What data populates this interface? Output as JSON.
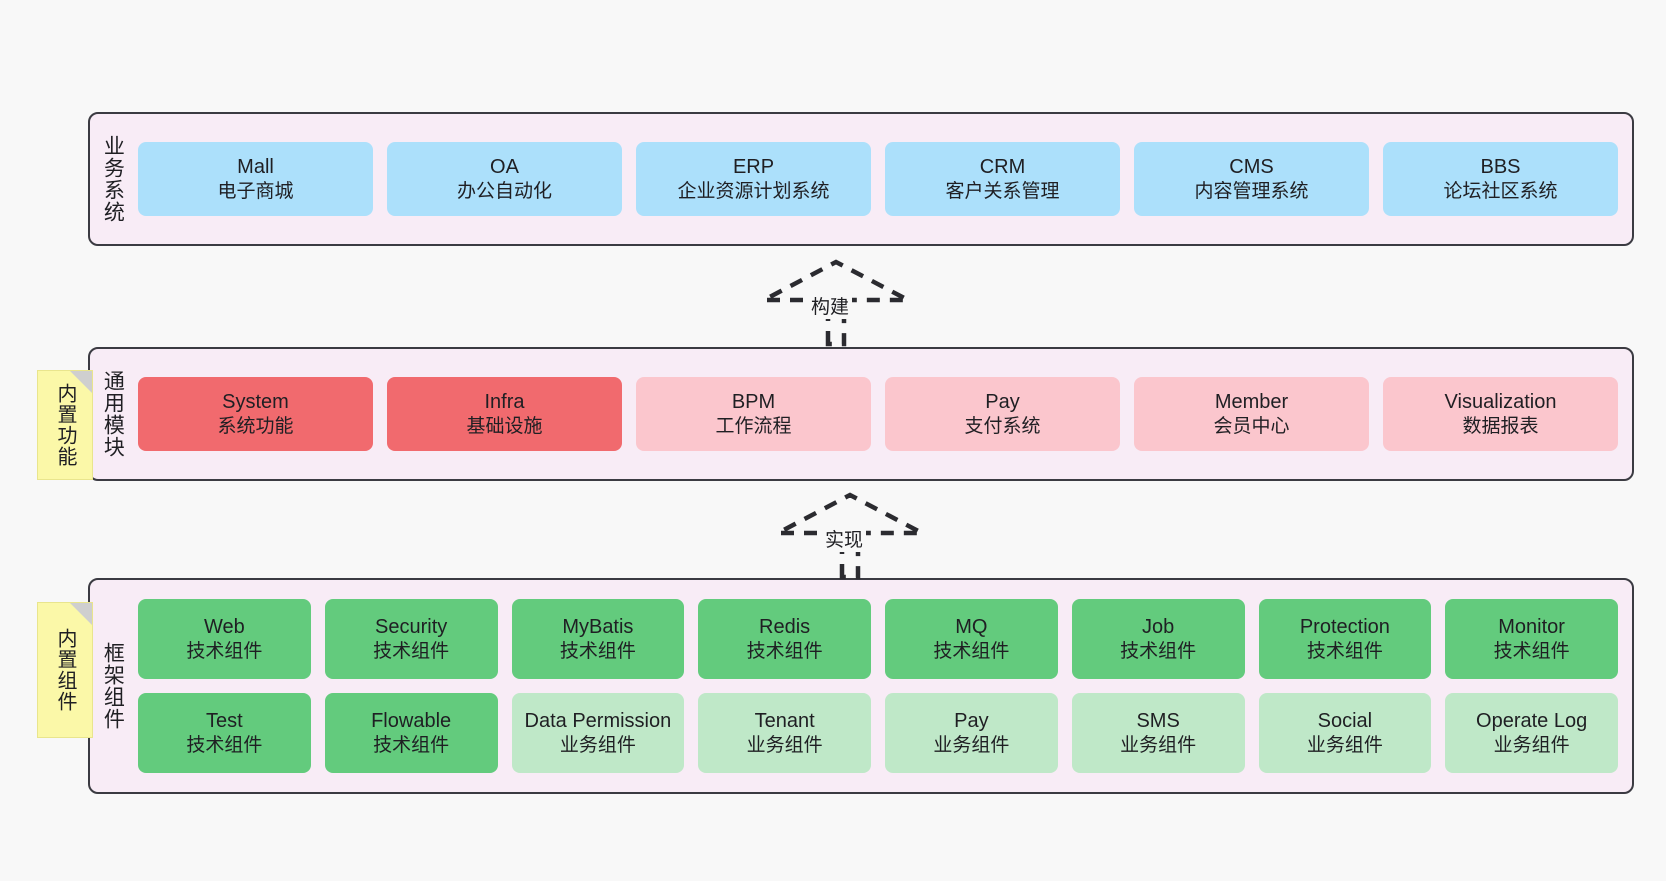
{
  "diagram": {
    "background_color": "#f8f8f8",
    "layer_fill": "#f8ecf6",
    "layer_border": "#3b3b42",
    "note_fill": "#fbf8a8"
  },
  "layers": [
    {
      "id": "business",
      "label": "业务系统",
      "color": "#ace0fb",
      "nodes": [
        {
          "title": "Mall",
          "subtitle": "电子商城"
        },
        {
          "title": "OA",
          "subtitle": "办公自动化"
        },
        {
          "title": "ERP",
          "subtitle": "企业资源计划系统"
        },
        {
          "title": "CRM",
          "subtitle": "客户关系管理"
        },
        {
          "title": "CMS",
          "subtitle": "内容管理系统"
        },
        {
          "title": "BBS",
          "subtitle": "论坛社区系统"
        }
      ]
    },
    {
      "id": "modules",
      "label": "通用模块",
      "note": "内置功能",
      "nodes": [
        {
          "title": "System",
          "subtitle": "系统功能",
          "color": "#f16a6e"
        },
        {
          "title": "Infra",
          "subtitle": "基础设施",
          "color": "#f16a6e"
        },
        {
          "title": "BPM",
          "subtitle": "工作流程",
          "color": "#fbc6cd"
        },
        {
          "title": "Pay",
          "subtitle": "支付系统",
          "color": "#fbc6cd"
        },
        {
          "title": "Member",
          "subtitle": "会员中心",
          "color": "#fbc6cd"
        },
        {
          "title": "Visualization",
          "subtitle": "数据报表",
          "color": "#fbc6cd"
        }
      ]
    },
    {
      "id": "frame",
      "label": "框架组件",
      "note": "内置组件",
      "rows": [
        [
          {
            "title": "Web",
            "subtitle": "技术组件",
            "color": "#63cb7d"
          },
          {
            "title": "Security",
            "subtitle": "技术组件",
            "color": "#63cb7d"
          },
          {
            "title": "MyBatis",
            "subtitle": "技术组件",
            "color": "#63cb7d"
          },
          {
            "title": "Redis",
            "subtitle": "技术组件",
            "color": "#63cb7d"
          },
          {
            "title": "MQ",
            "subtitle": "技术组件",
            "color": "#63cb7d"
          },
          {
            "title": "Job",
            "subtitle": "技术组件",
            "color": "#63cb7d"
          },
          {
            "title": "Protection",
            "subtitle": "技术组件",
            "color": "#63cb7d"
          },
          {
            "title": "Monitor",
            "subtitle": "技术组件",
            "color": "#63cb7d"
          }
        ],
        [
          {
            "title": "Test",
            "subtitle": "技术组件",
            "color": "#63cb7d"
          },
          {
            "title": "Flowable",
            "subtitle": "技术组件",
            "color": "#63cb7d"
          },
          {
            "title": "Data Permission",
            "subtitle": "业务组件",
            "color": "#bfe8c8"
          },
          {
            "title": "Tenant",
            "subtitle": "业务组件",
            "color": "#bfe8c8"
          },
          {
            "title": "Pay",
            "subtitle": "业务组件",
            "color": "#bfe8c8"
          },
          {
            "title": "SMS",
            "subtitle": "业务组件",
            "color": "#bfe8c8"
          },
          {
            "title": "Social",
            "subtitle": "业务组件",
            "color": "#bfe8c8"
          },
          {
            "title": "Operate Log",
            "subtitle": "业务组件",
            "color": "#bfe8c8"
          }
        ]
      ]
    }
  ],
  "arrows": [
    {
      "id": "build",
      "label": "构建",
      "style": "dashed-generalization-up"
    },
    {
      "id": "impl",
      "label": "实现",
      "style": "dashed-generalization-up"
    }
  ]
}
